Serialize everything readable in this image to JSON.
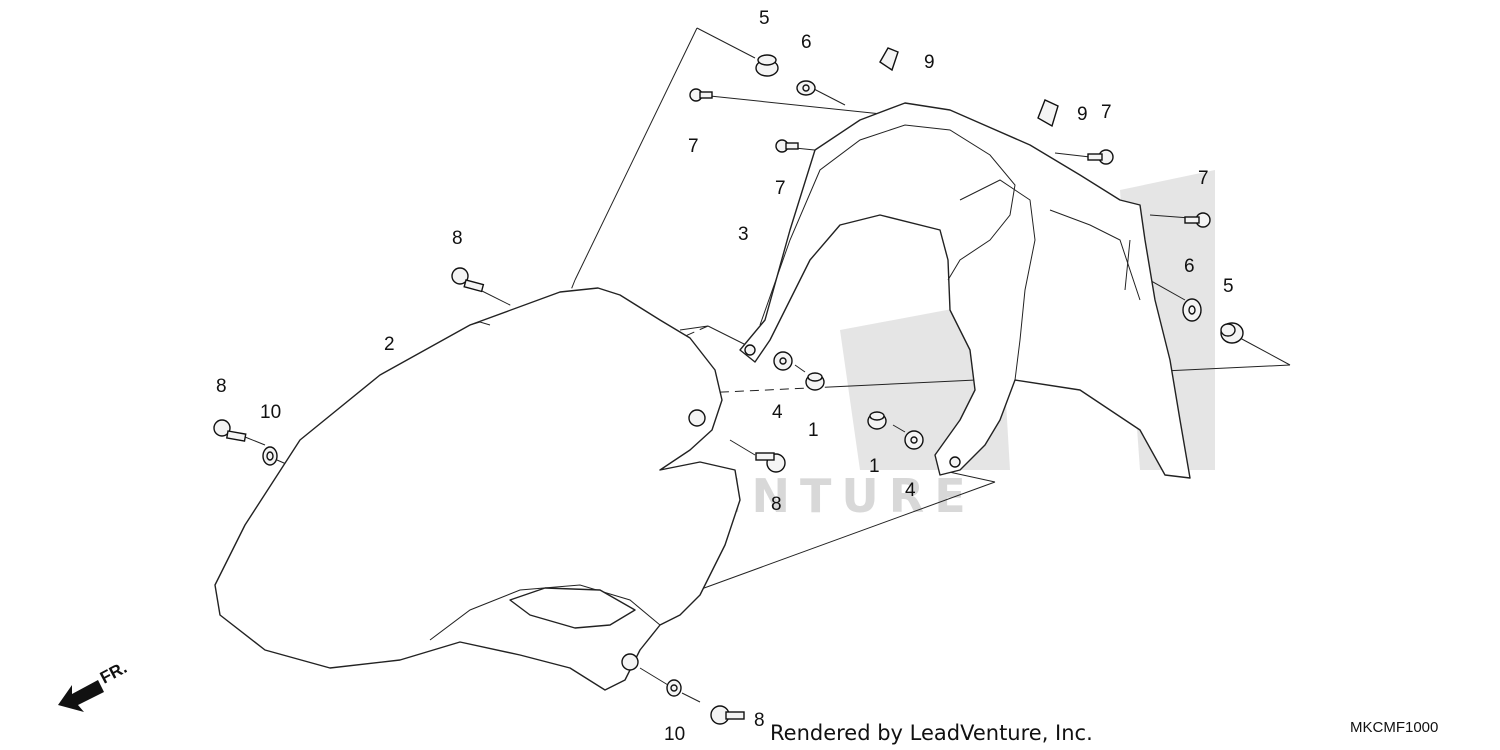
{
  "watermark": "LEADVENTURE",
  "credit": "Rendered by LeadVenture, Inc.",
  "diagram_code": "MKCMF1000",
  "direction_label": "FR.",
  "callouts": {
    "c5a": "5",
    "c6a": "6",
    "c9a": "9",
    "c7a": "7",
    "c9b": "9",
    "c7b": "7",
    "c7c": "7",
    "c3": "3",
    "c7d": "7",
    "c8a": "8",
    "c6b": "6",
    "c5b": "5",
    "c2": "2",
    "c8b": "8",
    "c10a": "10",
    "c4a": "4",
    "c1a": "1",
    "c1b": "1",
    "c4b": "4",
    "c8c": "8",
    "c8d": "8",
    "c10b": "10"
  }
}
